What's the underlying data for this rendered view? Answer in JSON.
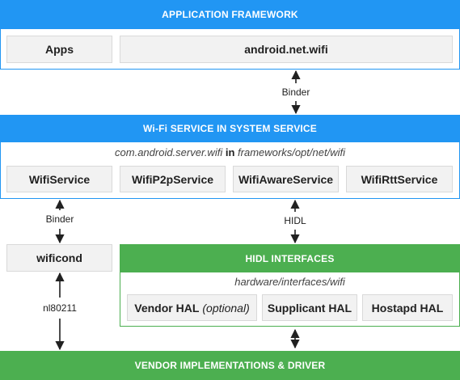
{
  "colors": {
    "framework_blue": "#2196f3",
    "hidl_green": "#4caf50",
    "box_fill": "#f2f2f2"
  },
  "app_framework": {
    "title": "APPLICATION FRAMEWORK",
    "apps": "Apps",
    "android_net_wifi": "android.net.wifi"
  },
  "binder_top_label": "Binder",
  "wifi_service": {
    "title": "Wi-Fi SERVICE IN SYSTEM SERVICE",
    "package": "com.android.server.wifi",
    "in_word": "in",
    "path": "frameworks/opt/net/wifi",
    "services": [
      "WifiService",
      "WifiP2pService",
      "WifiAwareService",
      "WifiRttService"
    ]
  },
  "binder_left_label": "Binder",
  "hidl_label": "HIDL",
  "wificond": "wificond",
  "nl80211_label": "nl80211",
  "hidl_interfaces": {
    "title": "HIDL INTERFACES",
    "path": "hardware/interfaces/wifi",
    "vendor_hal": "Vendor HAL",
    "vendor_hal_note": "(optional)",
    "supplicant_hal": "Supplicant HAL",
    "hostapd_hal": "Hostapd HAL"
  },
  "vendor_impl": {
    "title": "VENDOR IMPLEMENTATIONS & DRIVER"
  }
}
